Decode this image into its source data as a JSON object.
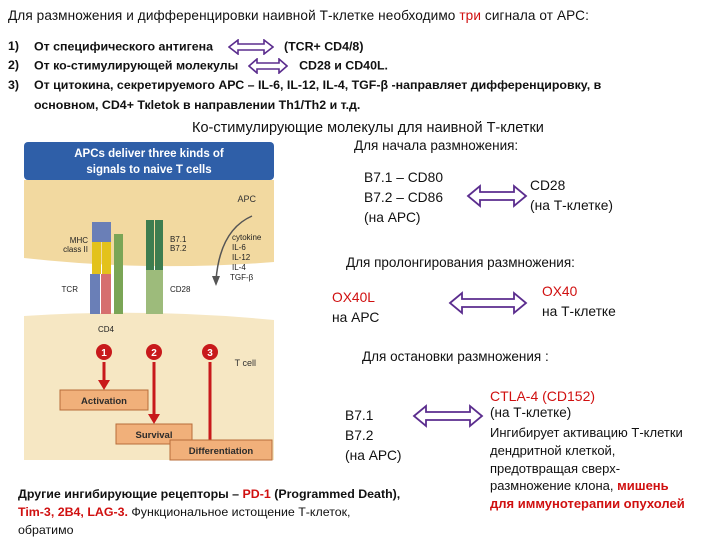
{
  "title": {
    "before": "Для размножения и дифференцировки наивной Т-клетке необходимо ",
    "highlight": "три",
    "after": " сигнала от АРС:"
  },
  "signals": [
    {
      "num": "1)",
      "text": "От специфического антигена",
      "pair": "(TCR+ CD4/8)"
    },
    {
      "num": "2)",
      "text": "От ко-стимулирующей молекулы",
      "pair": "CD28 и CD40L."
    },
    {
      "num": "3)",
      "text": "От цитокина, секретируемого АРС – IL-6, IL-12, IL-4, TGF-β -направляет дифференцировку, в",
      "line2": "основном, CD4+ Ткletok в направлении Th1/Th2 и т.д."
    }
  ],
  "costim_header": "Ко-стимулирующие молекулы для наивной Т-клетки",
  "start_header": "Для начала размножения:",
  "pair1": {
    "left": [
      "B7.1 – CD80",
      "B7.2 – CD86",
      "(на АРС)"
    ],
    "right": [
      "CD28",
      "(на Т-клетке)"
    ]
  },
  "prolong_header": "Для пролонгирования размножения:",
  "pair2": {
    "left": [
      "OX40L",
      "на АРС"
    ],
    "right": [
      "OX40",
      "на Т-клетке"
    ]
  },
  "stop_header": "Для остановки размножения :",
  "pair3": {
    "left": [
      "B7.1",
      "B7.2",
      "(на АРС)"
    ],
    "right_title": "CTLA-4 (CD152)",
    "right_sub": "(на Т-клетке)",
    "right_desc": [
      "Ингибирует активацию Т-клетки",
      "дендритной клеткой,",
      "предотвращая сверх-"
    ],
    "right_desc_last": "размножение клона, ",
    "right_desc_red": "мишень",
    "right_desc_red2": "для иммунотерапии опухолей"
  },
  "other": {
    "lead": "Другие ингибирующие рецепторы – ",
    "pd1": "PD-1",
    "pd1_note": " (Programmed Death),",
    "list": "Tim-3, 2B4, LAG-3.",
    "tail": " Функциональное истощение Т-клеток,",
    "line3": "обратимо"
  },
  "figure": {
    "banner": [
      "APCs deliver three kinds of",
      "signals to naive T cells"
    ],
    "apc": "APC",
    "mhc": [
      "MHC",
      "class II"
    ],
    "b7": [
      "B7.1",
      "B7.2"
    ],
    "cytokine": [
      "cytokine",
      "IL-6",
      "IL-12",
      "IL-4",
      "TGF-β"
    ],
    "tcr": "TCR",
    "cd28": "CD28",
    "cd4": "CD4",
    "tcell": "T cell",
    "signal_nums": [
      "1",
      "2",
      "3"
    ],
    "outcomes": [
      "Activation",
      "Survival",
      "Differentiation"
    ],
    "colors": {
      "banner": "#2f5fa8",
      "apc": "#f2d9a0",
      "tcell": "#f6e7c3",
      "outcome": "#f1b07a",
      "arrow": "#c8191b"
    }
  },
  "arrow_color": "#5b2d8e",
  "highlight_color": "#d01010"
}
